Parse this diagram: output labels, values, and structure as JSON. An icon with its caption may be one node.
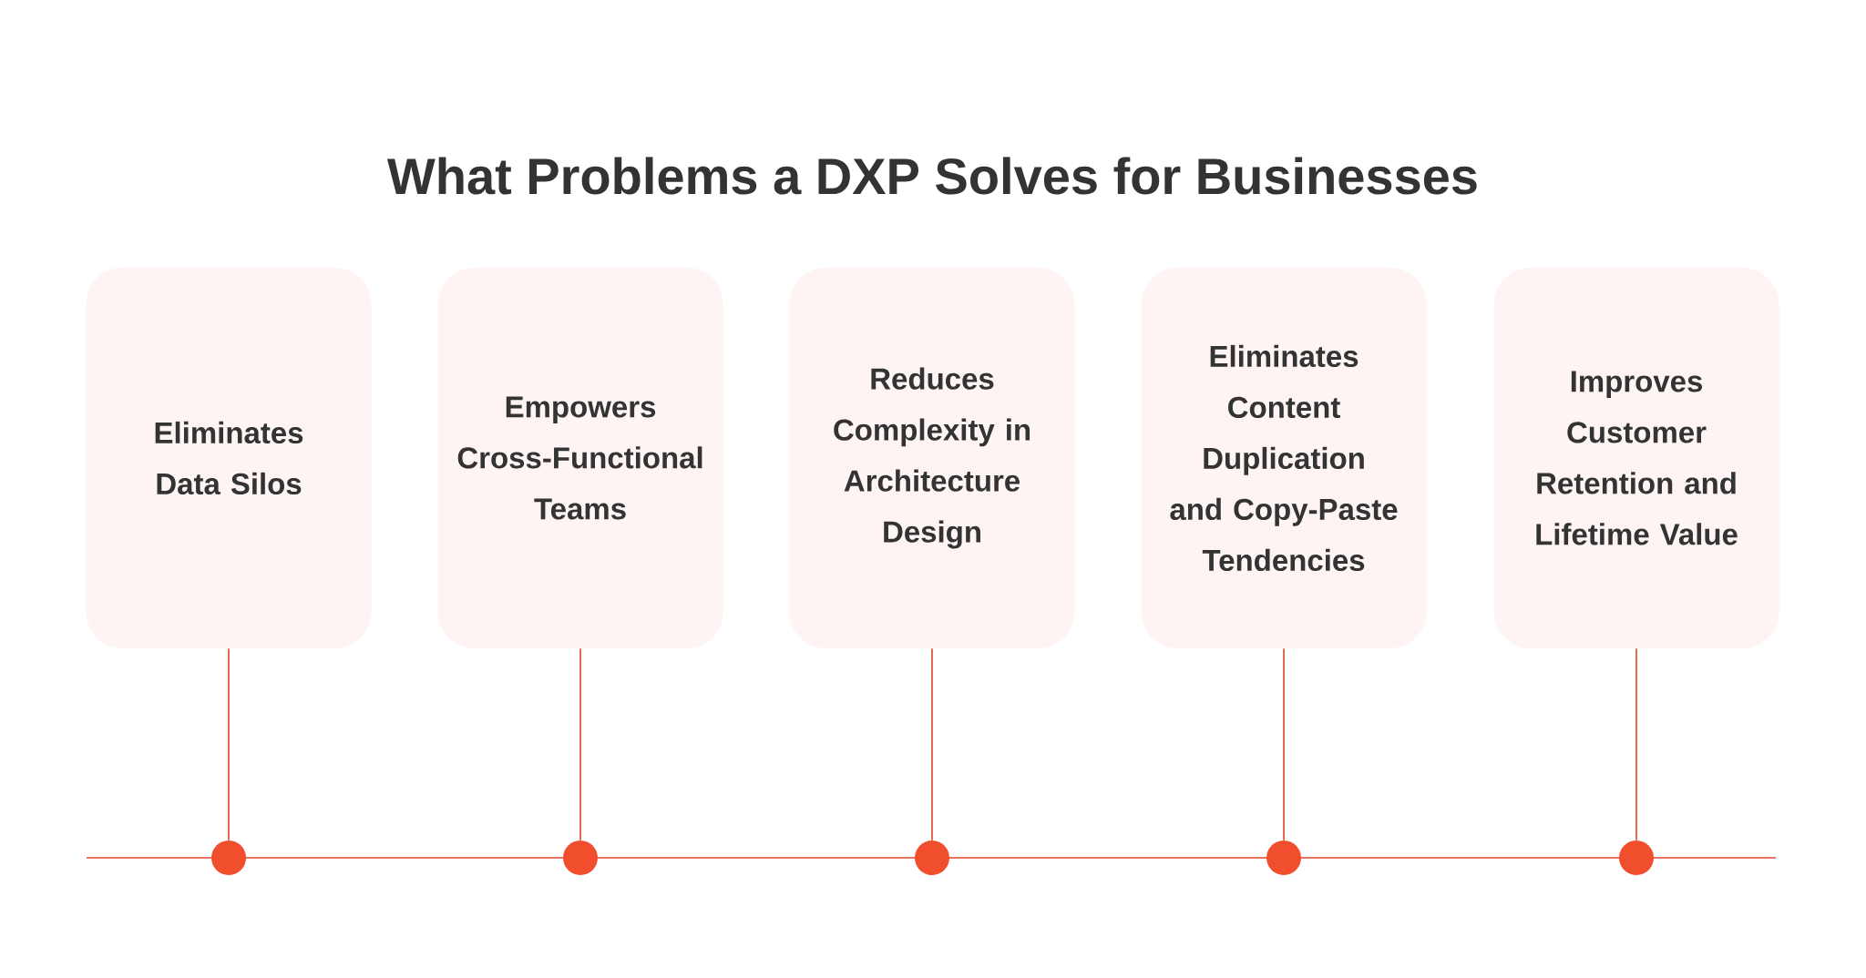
{
  "diagram": {
    "title": "What Problems a DXP Solves for Businesses",
    "nodes": [
      {
        "text": [
          "Eliminates Data Silos"
        ]
      },
      {
        "text": [
          "Empowers Cross-Functional Teams"
        ]
      },
      {
        "text": [
          "Reduces Complexity in Architecture Design"
        ]
      },
      {
        "text": [
          "Eliminates Content Duplication and Copy-Paste Tendencies"
        ]
      },
      {
        "text": [
          "Improves Customer Retention and Lifetime Value"
        ]
      },
      {
        "text": [],
        "shape": "circle"
      },
      {
        "text": [],
        "shape": "circle"
      },
      {
        "text": [],
        "shape": "circle"
      },
      {
        "text": [],
        "shape": "circle"
      },
      {
        "text": [],
        "shape": "circle"
      }
    ],
    "edges": [
      {
        "from": 0,
        "to": 5,
        "arrow": "none"
      },
      {
        "from": 1,
        "to": 6,
        "arrow": "none"
      },
      {
        "from": 2,
        "to": 7,
        "arrow": "none"
      },
      {
        "from": 3,
        "to": 8,
        "arrow": "none"
      },
      {
        "from": 4,
        "to": 9,
        "arrow": "none"
      }
    ]
  }
}
